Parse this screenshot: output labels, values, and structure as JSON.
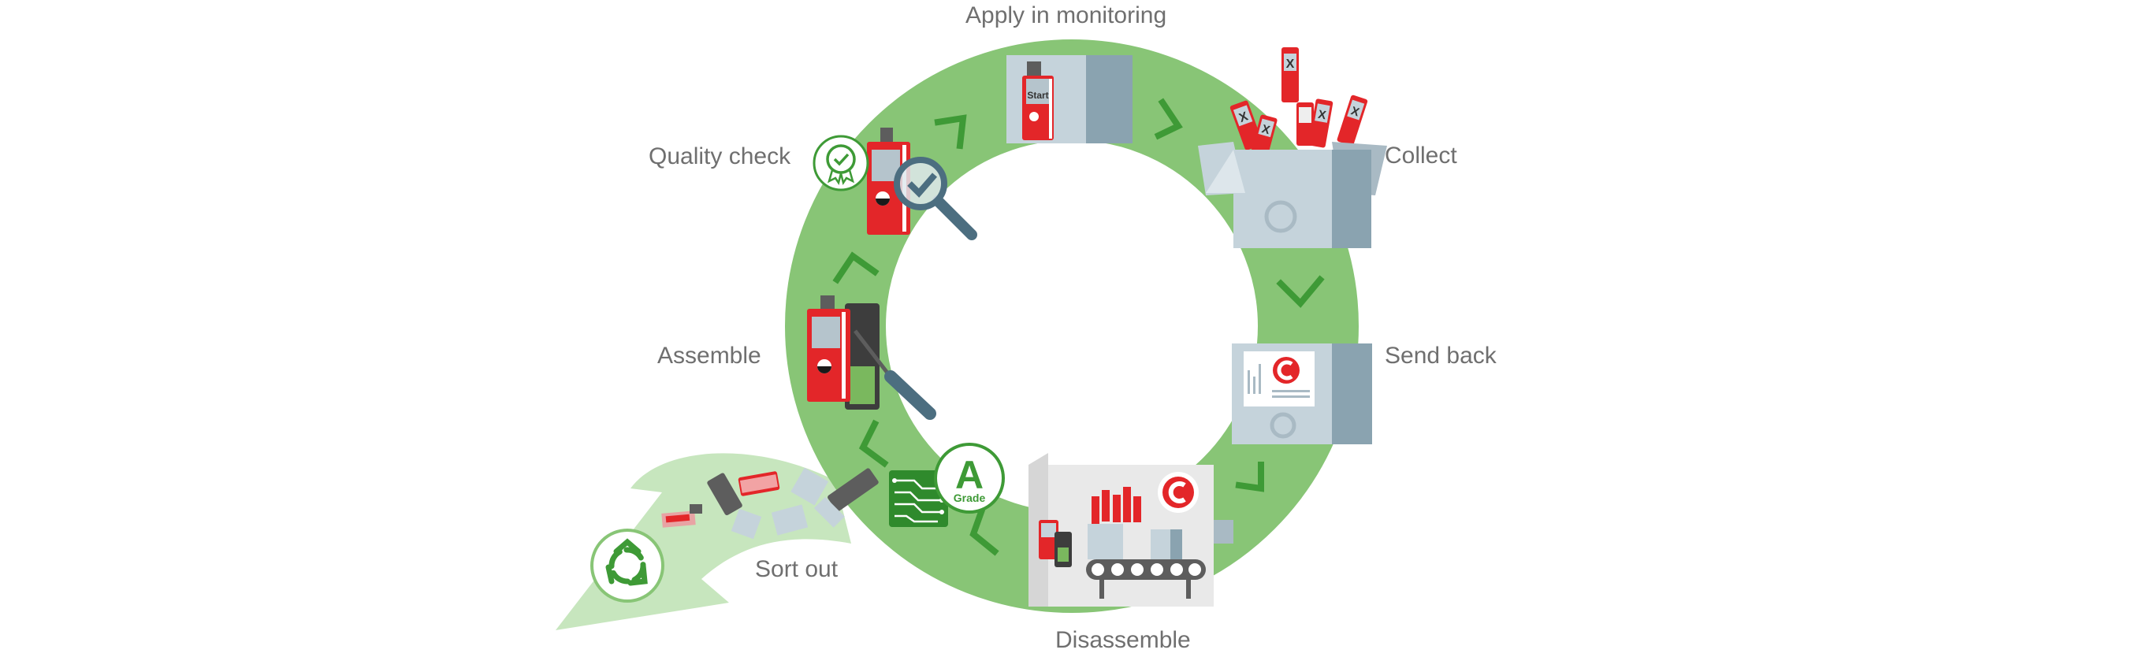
{
  "steps": {
    "apply": "Apply in monitoring",
    "collect": "Collect",
    "send_back": "Send back",
    "disassemble": "Disassemble",
    "sort_out": "Sort out",
    "assemble": "Assemble",
    "quality_check": "Quality check"
  },
  "icon_text": {
    "start": "Start",
    "grade_letter": "A",
    "grade_word": "Grade",
    "x_mark": "X"
  },
  "colors": {
    "ring_green": "#88c576",
    "dark_green": "#3e9a36",
    "arrow_green": "#c7e6be",
    "logger_red": "#e32629",
    "box_blue_gray": "#a9bac4",
    "device_dark": "#3d3d3d"
  },
  "icons": [
    "start-logger-icon",
    "collect-box-icon",
    "send-back-box-icon",
    "disassembly-machine-icon",
    "recycle-icon",
    "circuit-board-icon",
    "grade-a-badge-icon",
    "assemble-logger-icon",
    "screwdriver-icon",
    "quality-badge-icon",
    "magnifier-icon"
  ]
}
